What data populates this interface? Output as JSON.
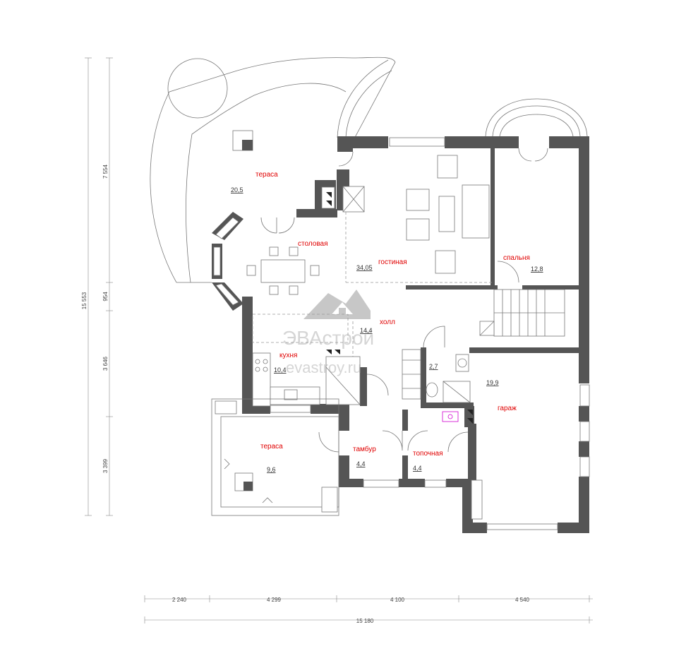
{
  "rooms": {
    "terrace_top": {
      "name": "тераса",
      "area": "20,5"
    },
    "dining": {
      "name": "столовая"
    },
    "living": {
      "name": "гостиная",
      "area": "34,05"
    },
    "bedroom": {
      "name": "спальня",
      "area": "12,8"
    },
    "hall": {
      "name": "холл",
      "area": "14,4"
    },
    "kitchen": {
      "name": "кухня",
      "area": "10,4"
    },
    "bathroom": {
      "area": "2,7"
    },
    "garage": {
      "name": "гараж",
      "area": "19,9"
    },
    "terrace_bottom": {
      "name": "тераса",
      "area": "9,6"
    },
    "vestibule": {
      "name": "тамбур",
      "area": "4,4"
    },
    "boiler": {
      "name": "топочная",
      "area": "4,4"
    }
  },
  "dimensions": {
    "vertical_total": "15 553",
    "vertical_parts": [
      "7 554",
      "954",
      "3 646",
      "3 399"
    ],
    "horizontal_parts": [
      "2 240",
      "4 299",
      "4 100",
      "4 540"
    ],
    "horizontal_total": "15 180"
  },
  "watermark": {
    "title": "ЭВАстрой",
    "url": "evastroy.ru"
  },
  "colors": {
    "walls": "#555555",
    "room_labels": "#e00000",
    "dimensions": "#444444"
  }
}
